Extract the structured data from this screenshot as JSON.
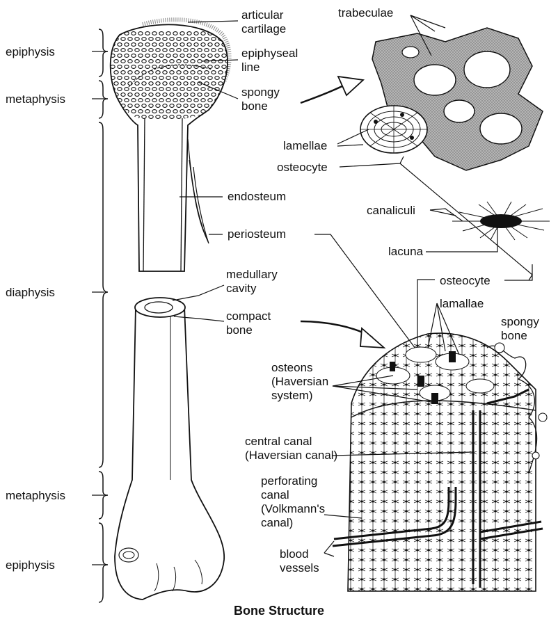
{
  "title": "Bone Structure",
  "colors": {
    "ink": "#111111",
    "stipple": "#9a9a9a",
    "paper": "#ffffff"
  },
  "left_labels": {
    "epiphysis_top": "epiphysis",
    "metaphysis_top": "metaphysis",
    "diaphysis": "diaphysis",
    "metaphysis_bottom": "metaphysis",
    "epiphysis_bottom": "epiphysis"
  },
  "upper_labels": {
    "articular_cartilage": [
      "articular",
      "cartilage"
    ],
    "epiphyseal_line": [
      "epiphyseal",
      "line"
    ],
    "spongy_bone": [
      "spongy",
      "bone"
    ],
    "endosteum": "endosteum",
    "periosteum": "periosteum",
    "medullary_cavity": [
      "medullary",
      "cavity"
    ],
    "compact_bone": [
      "compact",
      "bone"
    ]
  },
  "right_labels": {
    "trabeculae": "trabeculae",
    "lamellae": "lamellae",
    "osteocyte_top": "osteocyte",
    "canaliculi": "canaliculi",
    "lacuna": "lacuna",
    "osteocyte_mid": "osteocyte",
    "lamallae": "lamallae",
    "spongy_bone_right": [
      "spongy",
      "bone"
    ],
    "osteons": [
      "osteons",
      "(Haversian",
      "system)"
    ],
    "central_canal": [
      "central canal",
      "(Haversian canal)"
    ],
    "perforating_canal": [
      "perforating",
      "canal",
      "(Volkmann's",
      "canal)"
    ],
    "blood_vessels": [
      "blood",
      "vessels"
    ]
  }
}
